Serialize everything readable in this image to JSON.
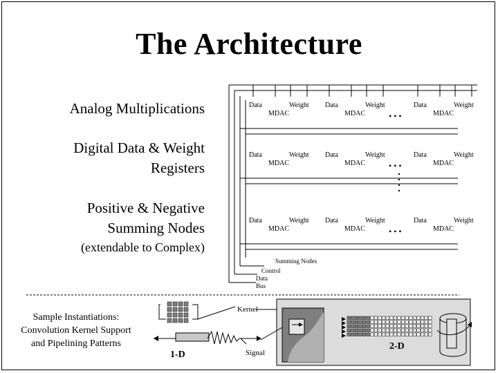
{
  "title": "The Architecture",
  "features": {
    "analog": "Analog Multiplications",
    "digital_line1": "Digital Data & Weight",
    "digital_line2": "Registers",
    "summing_line1": "Positive & Negative",
    "summing_line2": "Summing Nodes",
    "extend": "(extendable to Complex)"
  },
  "cell": {
    "data": "Data",
    "weight": "Weight",
    "mdac": "MDAC"
  },
  "ellipsis": "• • •",
  "bus_labels": {
    "summing": "Summing Nodes",
    "control": "Control",
    "data": "Data",
    "bus": "Bus"
  },
  "sample": {
    "line1": "Sample Instantiations:",
    "line2": "Convolution Kernel Support",
    "line3": "and Pipelining Patterns"
  },
  "bottom": {
    "kernel": "Kernel",
    "signal": "Signal",
    "one_d": "1-D",
    "two_d": "2-D"
  },
  "colors": {
    "panel_bg": "#dcdcdc",
    "line": "#000000",
    "grid_fill": "#7f7f7f"
  }
}
